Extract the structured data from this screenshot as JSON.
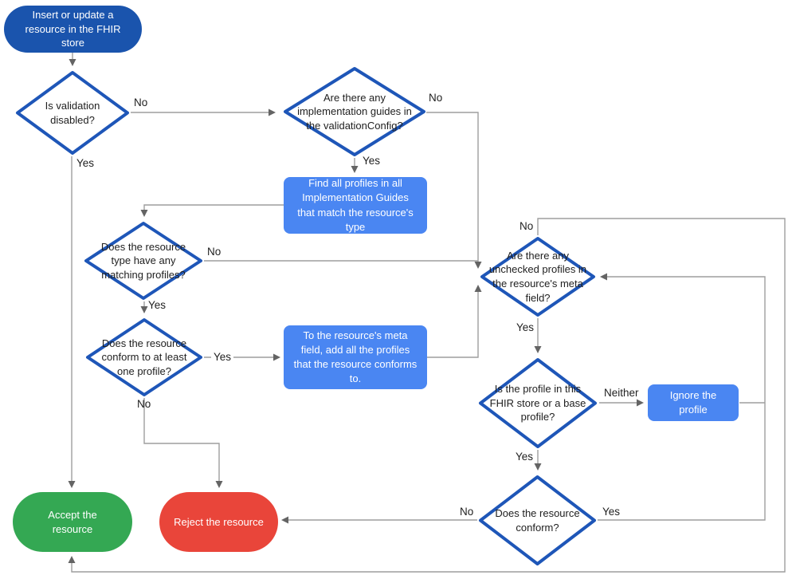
{
  "colors": {
    "start_fill": "#1a54ad",
    "diamond_border": "#1e56b8",
    "process_fill": "#4a86f2",
    "accept_fill": "#34a853",
    "reject_fill": "#e9453a",
    "connector": "#9e9e9e",
    "arrowhead": "#646464",
    "text_on_fill": "#ffffff",
    "text_dark": "#212121"
  },
  "nodes": {
    "start": {
      "type": "terminator",
      "label": "Insert or update a resource in the FHIR store"
    },
    "is_validation_disabled": {
      "type": "decision",
      "label": "Is validation disabled?"
    },
    "any_implementation_guides": {
      "type": "decision",
      "label": "Are there any implementation guides in the validationConfig?"
    },
    "find_all_profiles": {
      "type": "process",
      "label": "Find all profiles in all Implementation Guides that match the resource's type"
    },
    "type_has_matching_profiles": {
      "type": "decision",
      "label": "Does the resource type have any matching profiles?"
    },
    "conforms_to_one_profile": {
      "type": "decision",
      "label": "Does the resource conform to at least one profile?"
    },
    "add_profiles_to_meta": {
      "type": "process",
      "label": "To the resource's meta field, add all the profiles that the resource conforms to."
    },
    "unchecked_profiles_in_meta": {
      "type": "decision",
      "label": "Are there any unchecked profiles in the resource's meta field?"
    },
    "profile_in_store_or_base": {
      "type": "decision",
      "label": "Is the profile in this FHIR store or a base profile?"
    },
    "ignore_profile": {
      "type": "process",
      "label": "Ignore the profile"
    },
    "does_resource_conform": {
      "type": "decision",
      "label": "Does the resource conform?"
    },
    "accept": {
      "type": "terminator",
      "label": "Accept the resource"
    },
    "reject": {
      "type": "terminator",
      "label": "Reject the resource"
    }
  },
  "edge_labels": {
    "validation_no": "No",
    "validation_yes": "Yes",
    "guides_no": "No",
    "guides_yes": "Yes",
    "matching_no": "No",
    "matching_yes": "Yes",
    "conform_one_yes": "Yes",
    "conform_one_no": "No",
    "unchecked_no": "No",
    "unchecked_yes": "Yes",
    "store_neither": "Neither",
    "store_yes": "Yes",
    "conform_no": "No",
    "conform_yes": "Yes"
  }
}
